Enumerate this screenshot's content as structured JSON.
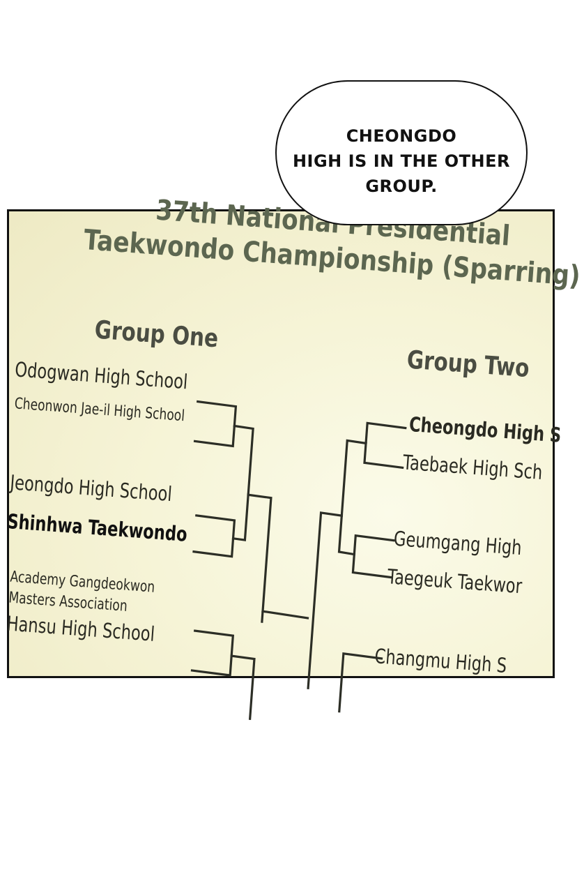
{
  "speech_bubble": {
    "lines": [
      "CHEONGDO",
      "HIGH IS IN THE OTHER",
      "GROUP."
    ]
  },
  "bracket_sheet": {
    "title_line1": "37th National Presidential",
    "title_line2": "Taekwondo Championship (Sparring)",
    "group_one": {
      "label": "Group One",
      "teams": [
        "Odogwan High School",
        "Cheonwon Jae-il High School",
        "Jeongdo High School",
        "Shinhwa Taekwondo",
        "Academy Gangdeokwon",
        "Masters Association",
        "Hansu High School"
      ]
    },
    "group_two": {
      "label": "Group Two",
      "teams": [
        "Cheongdo High S",
        "Taebaek High Sch",
        "Geumgang High",
        "Taegeuk Taekwor",
        "Changmu High S"
      ]
    },
    "colors": {
      "paper": "#f6f4d7",
      "title": "#5c6650",
      "line": "#2c2e26"
    }
  }
}
